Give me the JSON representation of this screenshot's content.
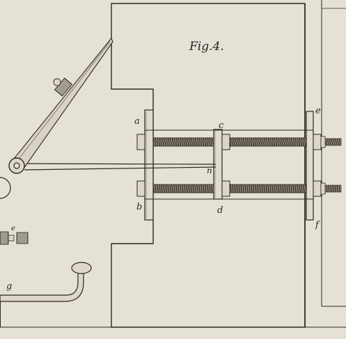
{
  "figure": {
    "title": "Fig.4.",
    "labels": {
      "a": "a",
      "b": "b",
      "c": "c",
      "d": "d",
      "e": "e",
      "f": "f",
      "n": "n",
      "g": "g",
      "e_small": "e"
    }
  },
  "colors": {
    "paper": "#e6e1d6",
    "ink": "#2a2620",
    "shade": "#6e6658"
  }
}
